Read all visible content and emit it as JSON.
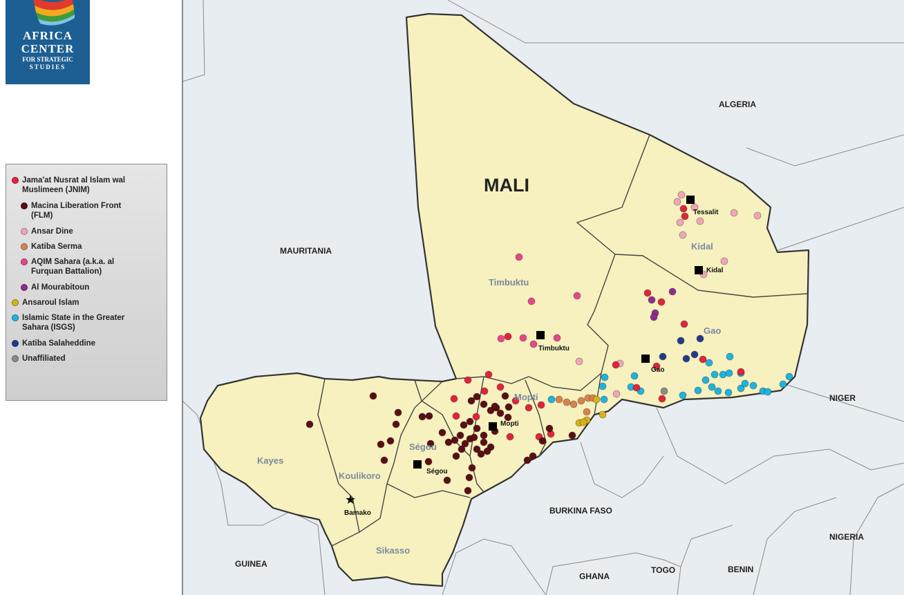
{
  "logo": {
    "line1": "AFRICA",
    "line2": "CENTER",
    "line3": "FOR STRATEGIC",
    "line4": "STUDIES"
  },
  "legend": {
    "items": [
      {
        "label_lines": [
          "Jama'at Nusrat al Islam wal",
          "Muslimeen (JNIM)"
        ],
        "color": "#e0243c",
        "sub": false
      },
      {
        "label_lines": [
          "Macina Liberation Front",
          "(FLM)"
        ],
        "color": "#5a0f14",
        "sub": true
      },
      {
        "label_lines": [
          "Ansar Dine"
        ],
        "color": "#f0a6b8",
        "sub": true
      },
      {
        "label_lines": [
          "Katiba Serma"
        ],
        "color": "#d8834f",
        "sub": true
      },
      {
        "label_lines": [
          "AQIM Sahara (a.k.a. al",
          "Furquan Battalion)"
        ],
        "color": "#e8468b",
        "sub": true
      },
      {
        "label_lines": [
          "Al Mourabitoun"
        ],
        "color": "#8e2c8c",
        "sub": true
      },
      {
        "label_lines": [
          "Ansaroul Islam"
        ],
        "color": "#d9b21a",
        "sub": false
      },
      {
        "label_lines": [
          "Islamic State in the Greater",
          "Sahara (ISGS)"
        ],
        "color": "#1eb3e0",
        "sub": false
      },
      {
        "label_lines": [
          "Katiba Salaheddine"
        ],
        "color": "#233a8c",
        "sub": false
      },
      {
        "label_lines": [
          "Unaffiliated"
        ],
        "color": "#8a8a8a",
        "sub": false
      }
    ]
  },
  "map": {
    "country_label": "MALI",
    "countries": [
      "ALGERIA",
      "MAURITANIA",
      "NIGER",
      "BURKINA FASO",
      "NIGERIA",
      "GUINEA",
      "GHANA",
      "TOGO",
      "BENIN"
    ],
    "regions": [
      "Timbuktu",
      "Kidal",
      "Gao",
      "Mopti",
      "Ségou",
      "Kayes",
      "Koulikoro",
      "Sikasso"
    ],
    "cities": [
      "Tessalit",
      "Kidal",
      "Timbuktu",
      "Gao",
      "Mopti",
      "Ségou",
      "Bamako"
    ],
    "colors": {
      "mali": "#f6f1be",
      "neighbors": "#e6ecf0",
      "border": "#333333",
      "region_label": "#7a8ba0"
    }
  }
}
